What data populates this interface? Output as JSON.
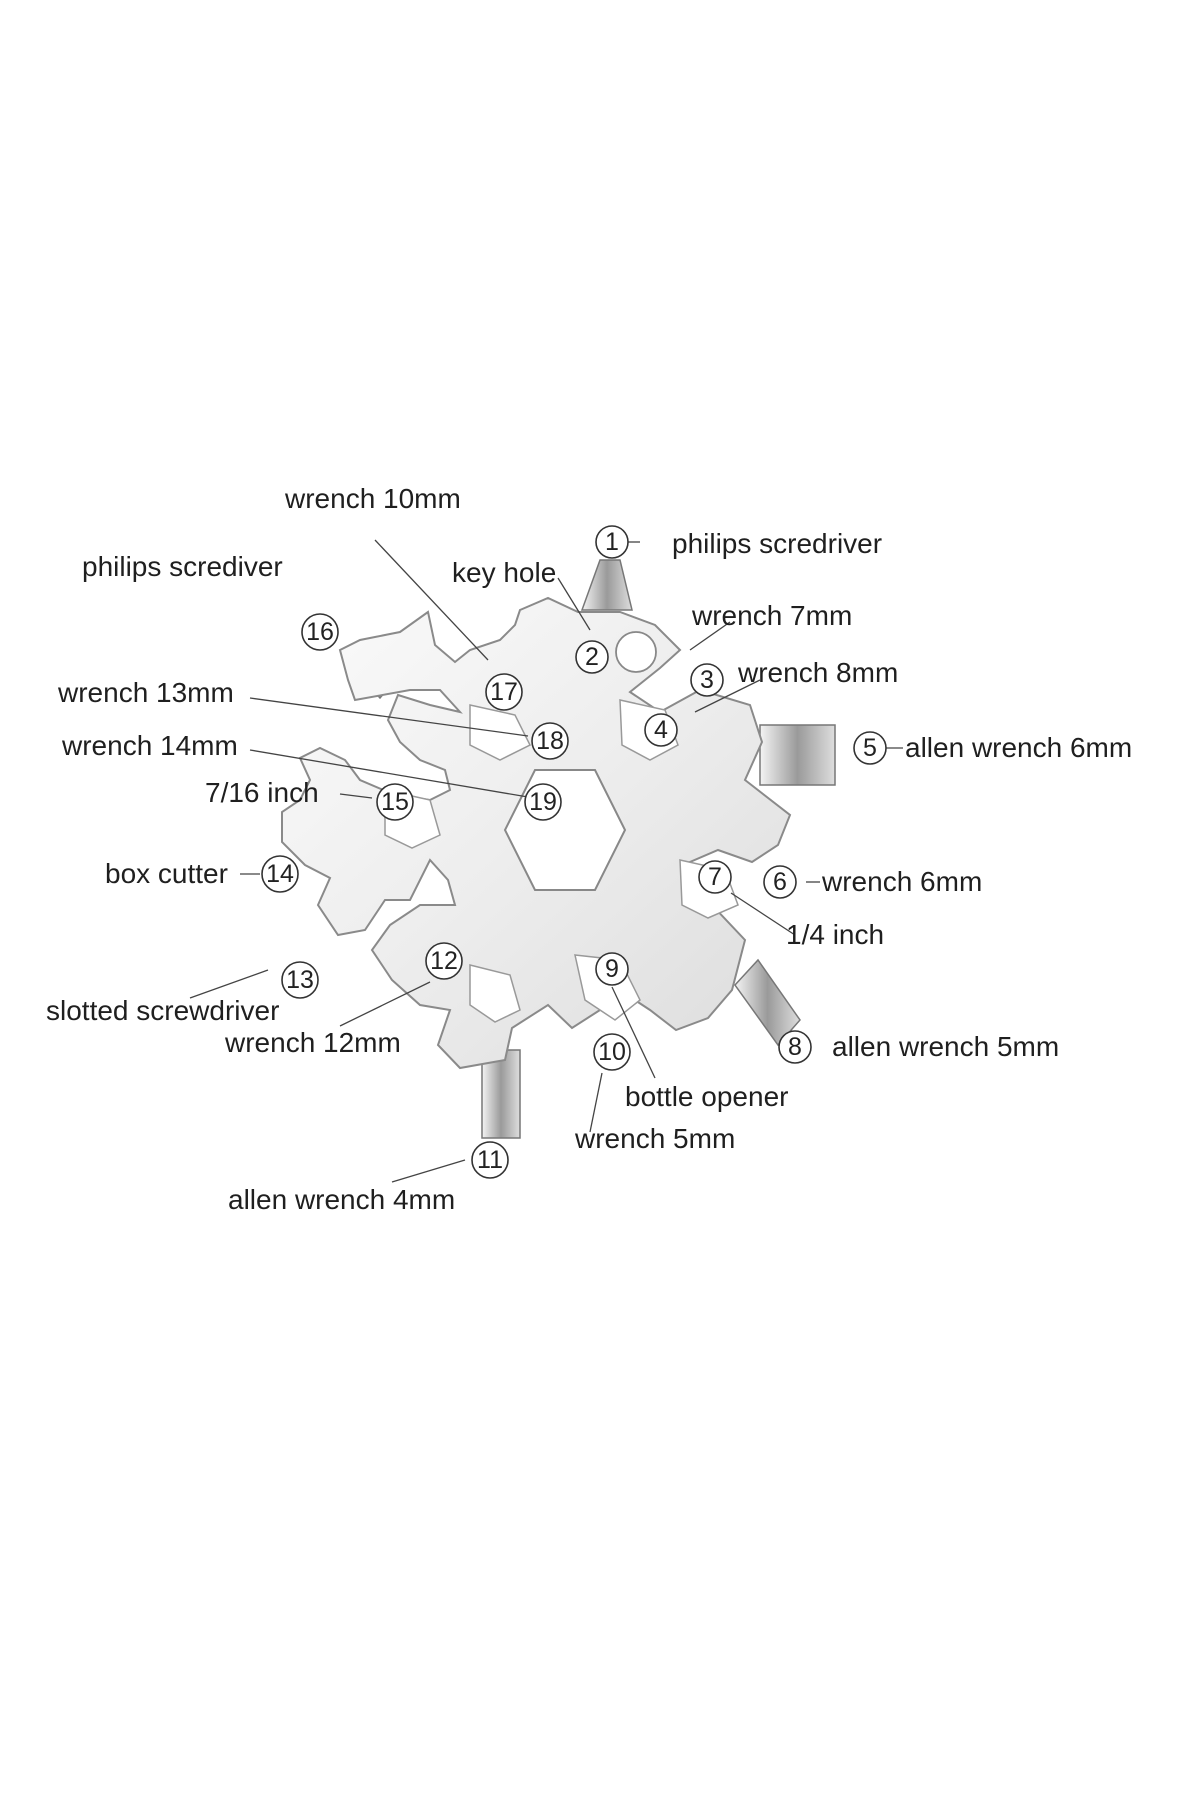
{
  "diagram": {
    "labels": {
      "l1": "philips scredriver",
      "l2": "key hole",
      "l3": "wrench 7mm",
      "l4": "wrench 8mm",
      "l5": "allen wrench 6mm",
      "l6": "wrench 6mm",
      "l7": "1/4 inch",
      "l8": "allen wrench 5mm",
      "l9": "bottle opener",
      "l10": "wrench 5mm",
      "l11": "allen wrench 4mm",
      "l12": "wrench 12mm",
      "l13": "slotted screwdriver",
      "l14": "box cutter",
      "l15": "7/16 inch",
      "l16": "philips scrediver",
      "l17": "wrench 10mm",
      "l18": "wrench 13mm",
      "l19": "wrench 14mm"
    },
    "numbers": {
      "n1": "1",
      "n2": "2",
      "n3": "3",
      "n4": "4",
      "n5": "5",
      "n6": "6",
      "n7": "7",
      "n8": "8",
      "n9": "9",
      "n10": "10",
      "n11": "11",
      "n12": "12",
      "n13": "13",
      "n14": "14",
      "n15": "15",
      "n16": "16",
      "n17": "17",
      "n18": "18",
      "n19": "19"
    }
  }
}
